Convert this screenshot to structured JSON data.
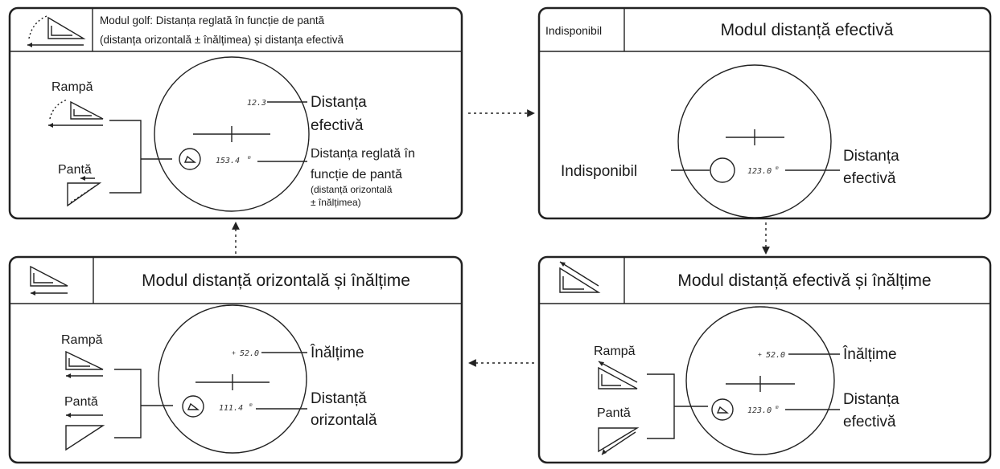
{
  "panels": {
    "golf": {
      "header_line1": "Modul golf: Distanța reglată în funcție de pantă",
      "header_line2": "(distanța orizontală ± înălțimea) și distanța efectivă",
      "uphill": "Rampă",
      "downhill": "Pantă",
      "readout_top": "12.3",
      "readout_bottom": "153.4",
      "label_top_1": "Distanța",
      "label_top_2": "efectivă",
      "label_bottom_1": "Distanța reglată în",
      "label_bottom_2": "funcție de pantă",
      "label_bottom_3": "(distanță orizontală",
      "label_bottom_4": "± înălțimea)"
    },
    "actual": {
      "badge": "Indisponibil",
      "title": "Modul distanță efectivă",
      "left_label": "Indisponibil",
      "readout": "123.0",
      "right_1": "Distanța",
      "right_2": "efectivă"
    },
    "actual_height": {
      "title": "Modul distanță efectivă și înălțime",
      "uphill": "Rampă",
      "downhill": "Pantă",
      "readout_top": "52.0",
      "readout_bottom": "123.0",
      "label_top": "Înălțime",
      "label_bottom_1": "Distanța",
      "label_bottom_2": "efectivă"
    },
    "horizontal": {
      "title": "Modul distanță orizontală și înălțime",
      "uphill": "Rampă",
      "downhill": "Pantă",
      "readout_top": "52.0",
      "readout_bottom": "111.4",
      "label_top": "Înălțime",
      "label_bottom_1": "Distanță",
      "label_bottom_2": "orizontală"
    }
  },
  "colors": {
    "stroke": "#222222",
    "background": "#ffffff"
  }
}
